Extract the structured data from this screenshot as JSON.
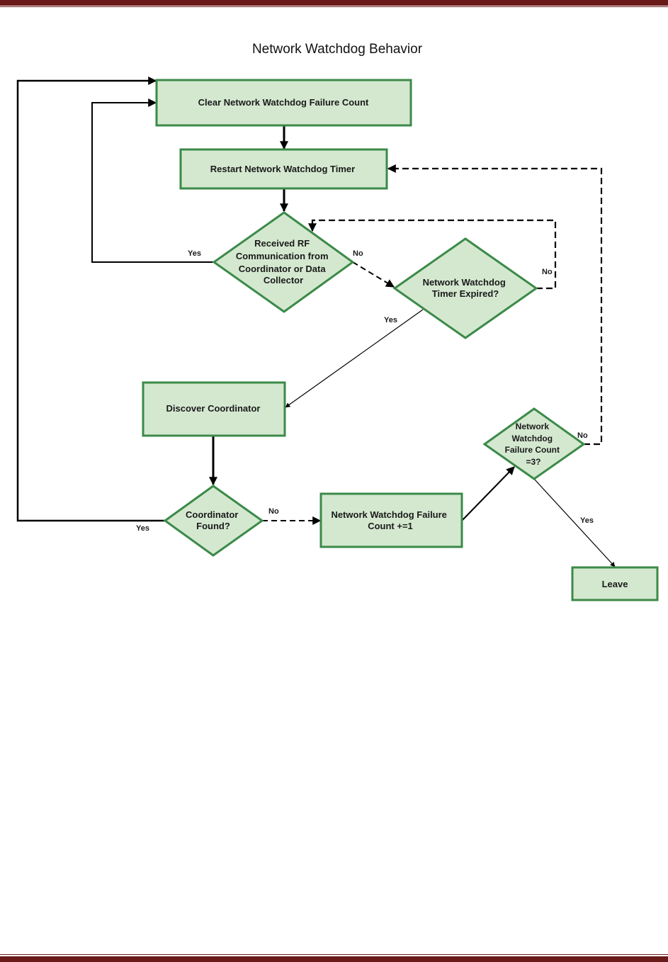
{
  "title": "Network Watchdog Behavior",
  "colors": {
    "node_fill": "#d4e8d0",
    "node_stroke": "#3b8a48",
    "line": "#000000",
    "page_rule": "#6b1a1a"
  },
  "nodes": {
    "clear": {
      "lines": [
        "Clear Network Watchdog Failure Count"
      ]
    },
    "restart": {
      "lines": [
        "Restart Network Watchdog Timer"
      ]
    },
    "received": {
      "lines": [
        "Received RF",
        "Communication from",
        "Coordinator or Data",
        "Collector"
      ]
    },
    "expired": {
      "lines": [
        "Network Watchdog",
        "Timer Expired?"
      ]
    },
    "discover": {
      "lines": [
        "Discover Coordinator"
      ]
    },
    "found": {
      "lines": [
        "Coordinator",
        "Found?"
      ]
    },
    "increment": {
      "lines": [
        "Network Watchdog Failure",
        "Count +=1"
      ]
    },
    "check": {
      "lines": [
        "Network",
        "Watchdog",
        "Failure Count",
        "=3?"
      ]
    },
    "leave": {
      "lines": [
        "Leave"
      ]
    }
  },
  "edge_labels": {
    "received_yes": "Yes",
    "received_no": "No",
    "expired_no": "No",
    "expired_yes": "Yes",
    "found_no": "No",
    "found_yes": "Yes",
    "check_no": "No",
    "check_yes": "Yes"
  }
}
